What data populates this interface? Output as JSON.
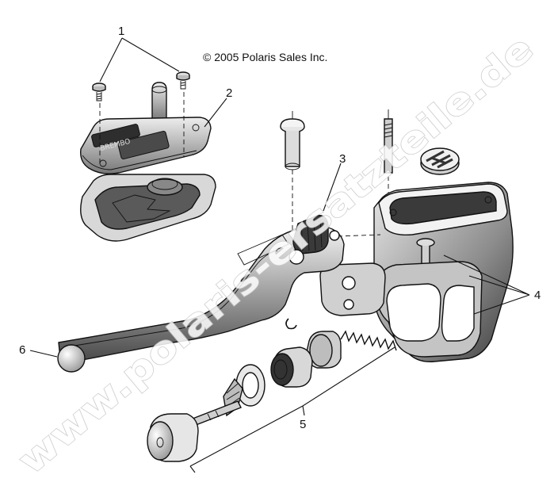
{
  "copyright": "© 2005 Polaris Sales Inc.",
  "watermark": "www.polaris-ersatzteile.de",
  "callouts": {
    "c1": "1",
    "c2": "2",
    "c3": "3",
    "c4": "4",
    "c5": "5",
    "c6": "6"
  },
  "colors": {
    "line": "#111111",
    "shade": "#9a9a9a",
    "dark": "#3a3a3a",
    "watermark": "#c9c9c9"
  }
}
